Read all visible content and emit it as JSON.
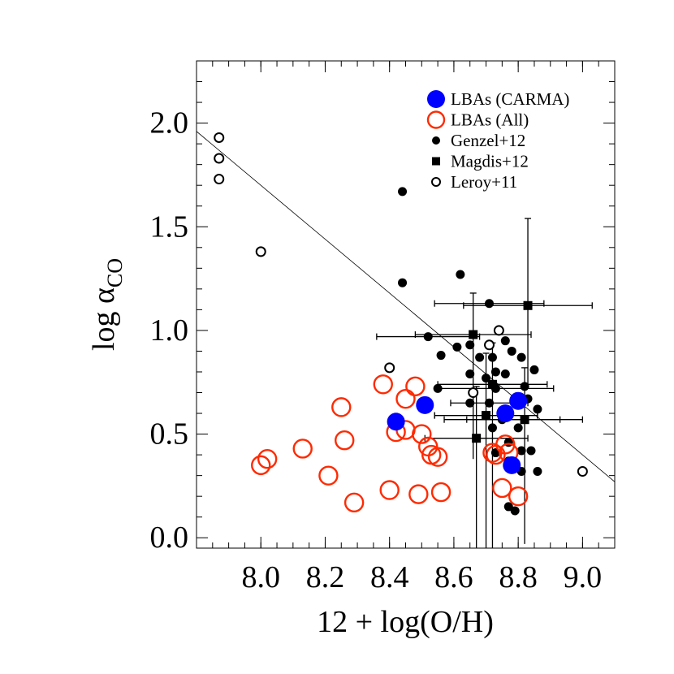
{
  "chart_data": {
    "type": "scatter",
    "xlabel": "12 + log(O/H)",
    "ylabel_main": "log α",
    "ylabel_sub": "CO",
    "xlim": [
      7.8,
      9.1
    ],
    "ylim": [
      -0.05,
      2.3
    ],
    "xticks": [
      "8.0",
      "8.2",
      "8.4",
      "8.6",
      "8.8",
      "9.0"
    ],
    "yticks": [
      "0.0",
      "0.5",
      "1.0",
      "1.5",
      "2.0"
    ],
    "grid": false,
    "legend_position": "top-right",
    "fit_line": {
      "x": [
        7.8,
        9.1
      ],
      "y": [
        1.96,
        0.27
      ]
    },
    "series": [
      {
        "name": "LBAs (CARMA)",
        "marker": "filled-circle-large",
        "color": "#0000ff",
        "points": [
          [
            8.42,
            0.56
          ],
          [
            8.51,
            0.64
          ],
          [
            8.76,
            0.6
          ],
          [
            8.8,
            0.66
          ],
          [
            8.78,
            0.35
          ]
        ]
      },
      {
        "name": "LBAs (All)",
        "marker": "open-circle-large",
        "color": "#ff2a00",
        "points": [
          [
            8.38,
            0.74
          ],
          [
            8.48,
            0.73
          ],
          [
            8.45,
            0.67
          ],
          [
            8.25,
            0.63
          ],
          [
            8.42,
            0.51
          ],
          [
            8.45,
            0.52
          ],
          [
            8.5,
            0.5
          ],
          [
            8.26,
            0.47
          ],
          [
            8.13,
            0.43
          ],
          [
            8.52,
            0.44
          ],
          [
            8.53,
            0.4
          ],
          [
            8.55,
            0.39
          ],
          [
            8.02,
            0.38
          ],
          [
            8.0,
            0.35
          ],
          [
            8.21,
            0.3
          ],
          [
            8.4,
            0.23
          ],
          [
            8.49,
            0.21
          ],
          [
            8.56,
            0.22
          ],
          [
            8.29,
            0.17
          ],
          [
            8.72,
            0.41
          ],
          [
            8.73,
            0.4
          ],
          [
            8.76,
            0.45
          ],
          [
            8.75,
            0.24
          ],
          [
            8.8,
            0.2
          ],
          [
            8.77,
            0.41
          ]
        ]
      },
      {
        "name": "Genzel+12",
        "marker": "filled-circle-small",
        "color": "#000000",
        "points": [
          {
            "x": 8.44,
            "y": 1.67
          },
          {
            "x": 8.44,
            "y": 1.23
          },
          {
            "x": 8.62,
            "y": 1.27
          },
          {
            "x": 8.71,
            "y": 1.13,
            "xerr": 0.17
          },
          {
            "x": 8.52,
            "y": 0.97,
            "xerr": 0.16
          },
          {
            "x": 8.61,
            "y": 0.92
          },
          {
            "x": 8.65,
            "y": 0.93
          },
          {
            "x": 8.68,
            "y": 0.87
          },
          {
            "x": 8.72,
            "y": 0.87
          },
          {
            "x": 8.76,
            "y": 0.95
          },
          {
            "x": 8.78,
            "y": 0.9
          },
          {
            "x": 8.81,
            "y": 0.87
          },
          {
            "x": 8.56,
            "y": 0.88
          },
          {
            "x": 8.65,
            "y": 0.79
          },
          {
            "x": 8.7,
            "y": 0.77
          },
          {
            "x": 8.73,
            "y": 0.8
          },
          {
            "x": 8.76,
            "y": 0.79
          },
          {
            "x": 8.82,
            "y": 0.73
          },
          {
            "x": 8.85,
            "y": 0.81
          },
          {
            "x": 8.73,
            "y": 0.72,
            "xerr": 0.18
          },
          {
            "x": 8.83,
            "y": 0.67
          },
          {
            "x": 8.86,
            "y": 0.62
          },
          {
            "x": 8.55,
            "y": 0.72
          },
          {
            "x": 8.65,
            "y": 0.65
          },
          {
            "x": 8.71,
            "y": 0.65,
            "xerr": 0.12
          },
          {
            "x": 8.7,
            "y": 0.59,
            "xerr": 0.16
          },
          {
            "x": 8.75,
            "y": 0.57,
            "xerr": 0.18
          },
          {
            "x": 8.72,
            "y": 0.53
          },
          {
            "x": 8.8,
            "y": 0.53
          },
          {
            "x": 8.77,
            "y": 0.46
          },
          {
            "x": 8.81,
            "y": 0.42
          },
          {
            "x": 8.84,
            "y": 0.42
          },
          {
            "x": 8.73,
            "y": 0.41
          },
          {
            "x": 8.77,
            "y": 0.37
          },
          {
            "x": 8.81,
            "y": 0.32
          },
          {
            "x": 8.86,
            "y": 0.32
          },
          {
            "x": 8.77,
            "y": 0.15
          },
          {
            "x": 8.79,
            "y": 0.13
          }
        ]
      },
      {
        "name": "Magdis+12",
        "marker": "filled-square",
        "color": "#000000",
        "points": [
          {
            "x": 8.83,
            "y": 1.12,
            "xerr": 0.2,
            "yup": 0.42,
            "ydown": 0.4
          },
          {
            "x": 8.66,
            "y": 0.98,
            "xerr": 0.18,
            "yup": 0.2,
            "ydown": 0.6
          },
          {
            "x": 8.67,
            "y": 0.48,
            "xerr": 0.16,
            "yup": 0.25,
            "ydown": 0.55
          },
          {
            "x": 8.7,
            "y": 0.59,
            "xerr": 0.16,
            "yup": 0.3,
            "ydown": 0.65
          },
          {
            "x": 8.72,
            "y": 0.74,
            "xerr": 0.17,
            "yup": 0.2,
            "ydown": 0.8
          },
          {
            "x": 8.82,
            "y": 0.57,
            "xerr": 0.18,
            "yup": 0.25,
            "ydown": 0.6
          }
        ]
      },
      {
        "name": "Leroy+11",
        "marker": "open-circle-small",
        "color": "#000000",
        "points": [
          [
            7.87,
            1.93
          ],
          [
            7.87,
            1.83
          ],
          [
            7.87,
            1.73
          ],
          [
            8.0,
            1.38
          ],
          [
            8.4,
            0.82
          ],
          [
            8.74,
            1.0
          ],
          [
            8.71,
            0.93
          ],
          [
            8.66,
            0.7
          ],
          [
            9.0,
            0.32
          ]
        ]
      }
    ]
  }
}
